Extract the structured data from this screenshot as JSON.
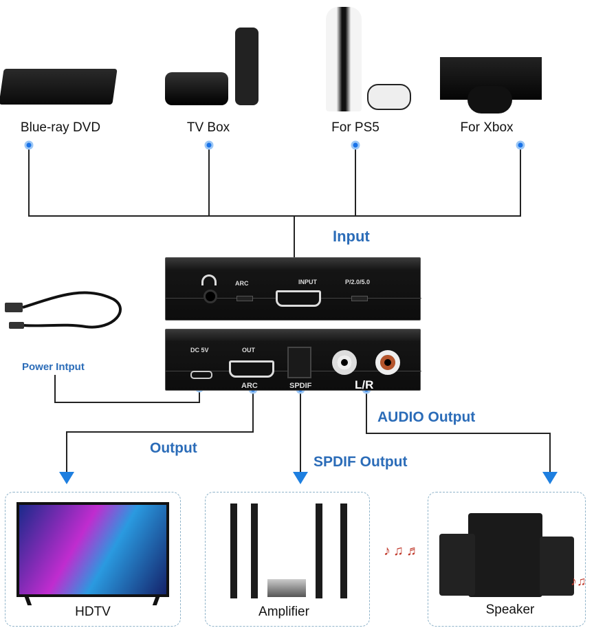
{
  "sources": [
    {
      "label": "Blue-ray DVD"
    },
    {
      "label": "TV Box"
    },
    {
      "label": "For PS5"
    },
    {
      "label": "For Xbox"
    }
  ],
  "input_label": "Input",
  "power_label": "Power Intput",
  "top_panel": {
    "arc": "ARC",
    "input": "INPUT",
    "mode": "P/2.0/5.0"
  },
  "bottom_panel": {
    "dc": "DC 5V",
    "out": "OUT",
    "arc": "ARC",
    "spdif": "SPDIF",
    "lr": "L/R"
  },
  "output_label": "Output",
  "spdif_output_label": "SPDIF Output",
  "audio_output_label": "AUDIO Output",
  "destinations": [
    {
      "label": "HDTV"
    },
    {
      "label": "Amplifier"
    },
    {
      "label": "Speaker"
    }
  ],
  "colors": {
    "accent": "#2b6cb8",
    "arrow": "#1e7fe0",
    "dot": "#1a73e8"
  }
}
